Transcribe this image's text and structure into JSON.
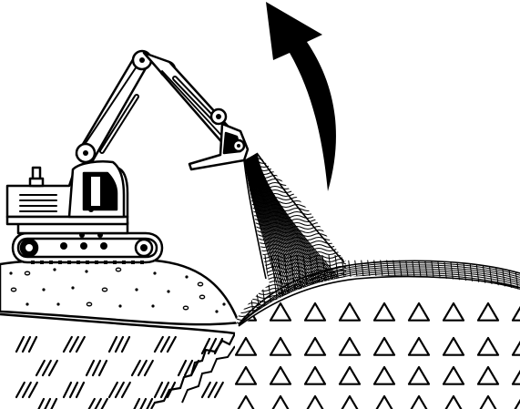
{
  "diagram": {
    "subject": "excavator-dumping-geotextile-mesh",
    "elements": [
      "excavator",
      "soil-mound",
      "hatched-ground",
      "mesh-fabric",
      "curved-arrow",
      "triangle-fill-layer"
    ]
  },
  "colors": {
    "ink": "#000000",
    "paper": "#ffffff"
  }
}
